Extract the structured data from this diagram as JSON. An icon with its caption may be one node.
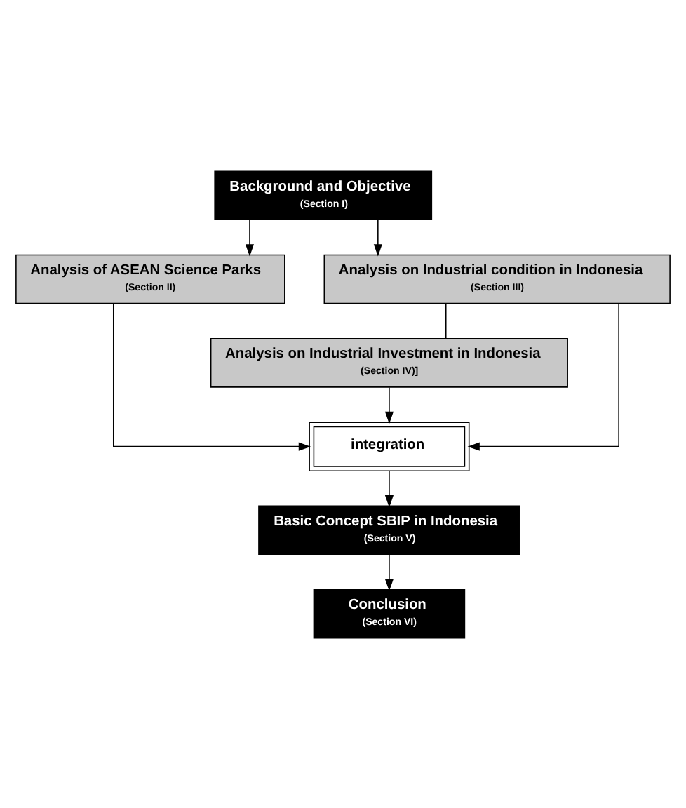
{
  "diagram": {
    "nodes": [
      {
        "text": [
          "Background and Objective",
          "(Section I)"
        ]
      },
      {
        "text": [
          "Analysis of ASEAN Science Parks",
          "(Section II)"
        ]
      },
      {
        "text": [
          "Analysis on Industrial condition in Indonesia",
          "(Section III)"
        ]
      },
      {
        "text": [
          "Analysis on Industrial Investment in Indonesia",
          "(Section IV)]"
        ]
      },
      {
        "text": [
          "integration"
        ]
      },
      {
        "text": [
          "Basic Concept SBIP in Indonesia",
          "(Section V)"
        ]
      },
      {
        "text": [
          "Conclusion",
          "(Section VI)"
        ]
      }
    ],
    "edges": [
      {
        "from": 0,
        "to": 1,
        "arrow": "to"
      },
      {
        "from": 0,
        "to": 2,
        "arrow": "to"
      },
      {
        "from": 2,
        "to": 3,
        "arrow": "none"
      },
      {
        "from": 1,
        "to": 4,
        "arrow": "to"
      },
      {
        "from": 2,
        "to": 4,
        "arrow": "to"
      },
      {
        "from": 3,
        "to": 4,
        "arrow": "to"
      },
      {
        "from": 4,
        "to": 5,
        "arrow": "to"
      },
      {
        "from": 5,
        "to": 6,
        "arrow": "to"
      }
    ]
  }
}
